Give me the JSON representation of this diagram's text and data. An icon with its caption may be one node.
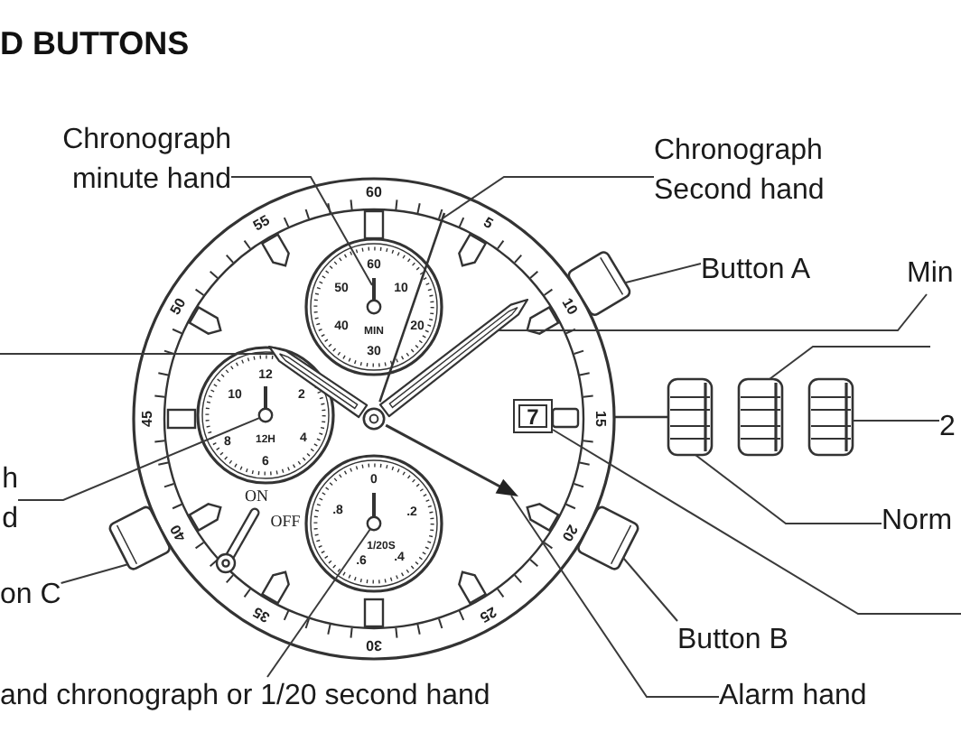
{
  "diagram": {
    "title": "D BUTTONS",
    "nodes": [
      {
        "text": [
          "Chronograph minute hand"
        ]
      },
      {
        "text": [
          "Chronograph Second hand"
        ]
      },
      {
        "text": [
          "Button A"
        ]
      },
      {
        "text": [
          "Min"
        ]
      },
      {
        "text": [
          "2"
        ]
      },
      {
        "text": [
          "h d"
        ]
      },
      {
        "text": [
          "Norm"
        ]
      },
      {
        "text": [
          "on C"
        ]
      },
      {
        "text": [
          "Button B"
        ]
      },
      {
        "text": [
          "and chronograph or 1/20 second hand"
        ]
      },
      {
        "text": [
          "Alarm hand"
        ]
      },
      {
        "text": [],
        "shape": "bar"
      },
      {
        "text": [],
        "shape": "bar"
      },
      {
        "text": [],
        "shape": "box"
      },
      {
        "text": [],
        "shape": "bar"
      },
      {
        "text": [],
        "shape": "bar"
      },
      {
        "text": [],
        "shape": "bar"
      },
      {
        "text": [
          "7"
        ]
      },
      {
        "text": [],
        "shape": "cylinder"
      },
      {
        "text": [],
        "shape": "cylinder"
      },
      {
        "text": [],
        "shape": "cylinder"
      },
      {
        "text": [],
        "shape": "box"
      },
      {
        "text": [],
        "shape": "box"
      },
      {
        "text": [],
        "shape": "bar"
      },
      {
        "text": [],
        "shape": "bar"
      }
    ],
    "edges": [
      {
        "from": 0,
        "to": 11,
        "arrow": "none"
      },
      {
        "from": 1,
        "to": 12,
        "arrow": "none"
      },
      {
        "from": 2,
        "to": 13,
        "arrow": "none"
      },
      {
        "from": 3,
        "to": 14,
        "arrow": "none"
      },
      {
        "from": null,
        "to": 15,
        "arrow": "none"
      },
      {
        "from": null,
        "to": 19,
        "arrow": "none"
      },
      {
        "from": 4,
        "to": 20,
        "arrow": "none"
      },
      {
        "from": 5,
        "to": 16,
        "arrow": "none"
      },
      {
        "from": 6,
        "to": 18,
        "arrow": "none"
      },
      {
        "from": null,
        "to": 17,
        "arrow": "none"
      },
      {
        "from": 7,
        "to": 21,
        "arrow": "none"
      },
      {
        "from": 8,
        "to": 22,
        "arrow": "none"
      },
      {
        "from": 9,
        "to": 23,
        "arrow": "none"
      },
      {
        "from": 10,
        "to": 24,
        "arrow": "none"
      }
    ],
    "labels": [
      "60",
      "5",
      "10",
      "15",
      "20",
      "25",
      "30",
      "35",
      "40",
      "45",
      "50",
      "55",
      "60",
      "50",
      "10",
      "40",
      "MIN",
      "20",
      "30",
      "12",
      "10",
      "2",
      "8",
      "12H",
      "4",
      "6",
      "0",
      ".8",
      ".2",
      ".6",
      "1/20S",
      ".4",
      "ON",
      "OFF"
    ]
  }
}
